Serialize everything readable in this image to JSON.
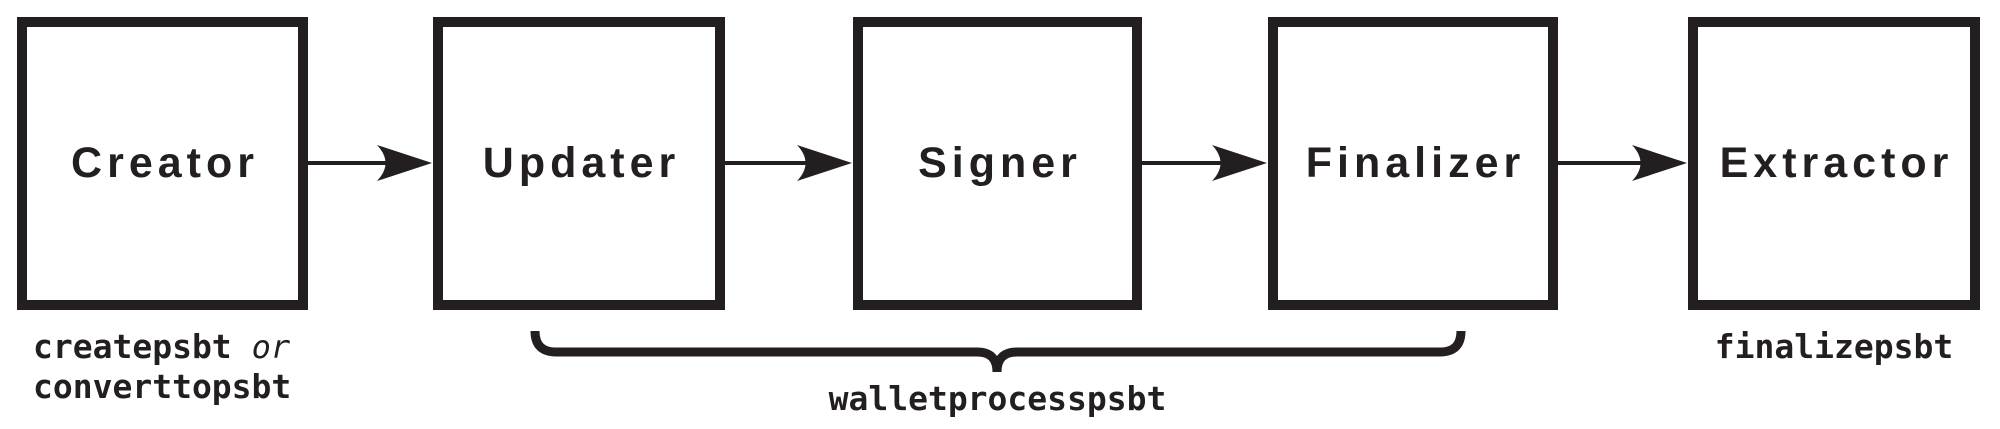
{
  "diagram": {
    "colors": {
      "ink": "#231f20",
      "background": "#ffffff"
    },
    "stages": [
      {
        "label": "Creator"
      },
      {
        "label": "Updater"
      },
      {
        "label": "Signer"
      },
      {
        "label": "Finalizer"
      },
      {
        "label": "Extractor"
      }
    ],
    "annotations": {
      "creator_cmd_line1": "createpsbt",
      "creator_conjunction": "or",
      "creator_cmd_line2": "converttopsbt",
      "brace_cmd": "walletprocesspsbt",
      "extractor_cmd": "finalizepsbt"
    }
  }
}
